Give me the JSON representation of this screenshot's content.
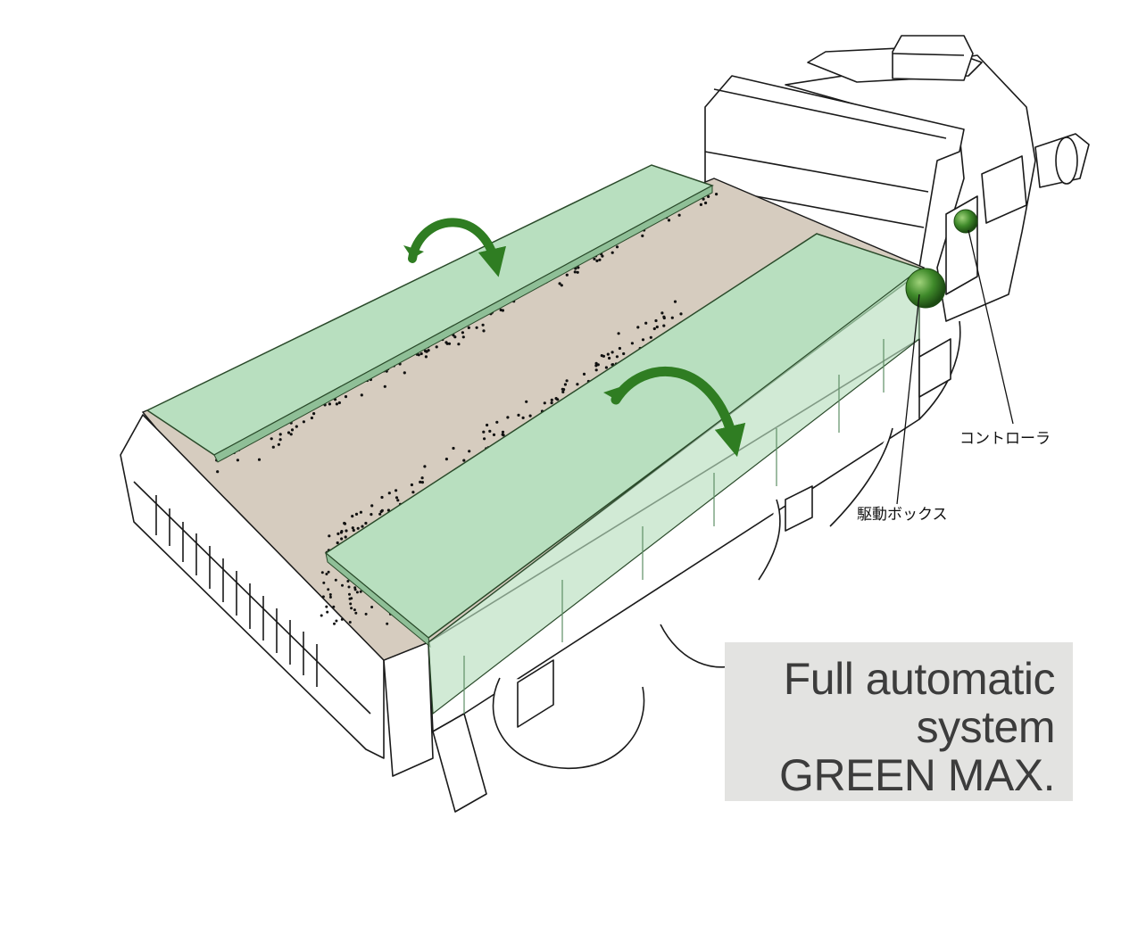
{
  "labels": {
    "controller": "コントローラ",
    "drive_box": "駆動ボックス"
  },
  "caption": {
    "line1": "Full automatic",
    "line2": "system",
    "line3": "GREEN MAX."
  },
  "colors": {
    "cover_green": "#b8dfbf",
    "cargo_tan": "#d6ccbf",
    "arrow_green": "#2f7d22",
    "knob_green": "#3f8a2a",
    "line": "#1a1a1a",
    "caption_bg": "#e3e3e1",
    "caption_text": "#3c3c3c"
  }
}
